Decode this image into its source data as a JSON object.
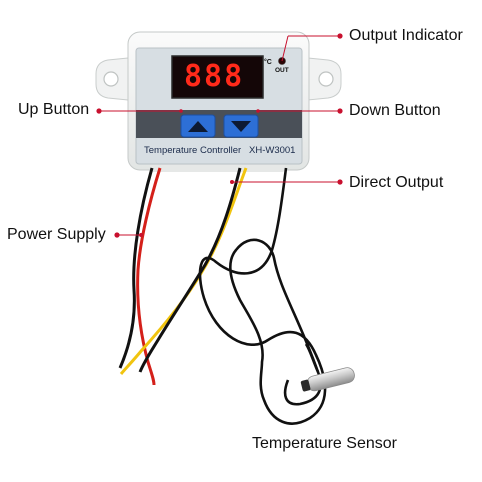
{
  "labels": {
    "output_indicator": "Output Indicator",
    "up_button": "Up Button",
    "down_button": "Down Button",
    "direct_output": "Direct Output",
    "power_supply": "Power Supply",
    "temperature_sensor": "Temperature Sensor"
  },
  "device": {
    "title": "Temperature Controller",
    "model": "XH-W3001",
    "display_value": "888",
    "unit": "°C",
    "out_label": "OUT"
  },
  "colors": {
    "leader": "#c8102e",
    "casing": "#eef0ef",
    "faceplate": "#d7dee3",
    "display_bg": "#140607",
    "segment": "#ff2a1a",
    "button": "#2d6fd6",
    "wire_red": "#d4201a",
    "wire_yellow": "#f1c40f",
    "wire_black": "#111111"
  },
  "icons": {
    "up": "up-arrow-icon",
    "down": "down-arrow-icon"
  }
}
